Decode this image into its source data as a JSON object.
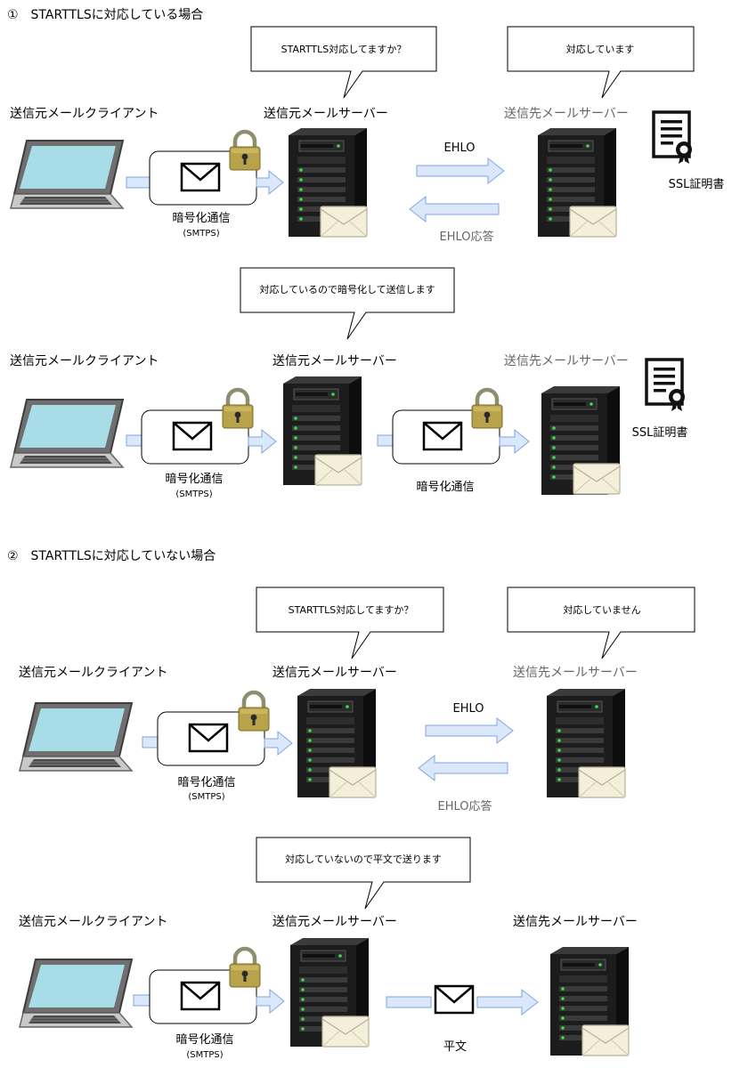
{
  "sections": [
    {
      "heading": "①　STARTTLSに対応している場合",
      "steps": [
        {
          "bubbles": [
            {
              "text": "STARTTLS対応してますか？"
            },
            {
              "text": "対応しています"
            }
          ],
          "labels": {
            "client": "送信元メールクライアント",
            "src_server": "送信元メールサーバー",
            "dst_server": "送信先メールサーバー"
          },
          "link": {
            "main": "暗号化通信",
            "sub": "(SMTPS)"
          },
          "ehlo": "EHLO",
          "ehlo_reply": "EHLO応答",
          "certificate": "SSL証明書"
        },
        {
          "bubbles": [
            {
              "text": "対応しているので暗号化して送信します"
            }
          ],
          "labels": {
            "client": "送信元メールクライアント",
            "src_server": "送信元メールサーバー",
            "dst_server": "送信先メールサーバー"
          },
          "link": {
            "main": "暗号化通信",
            "sub": "(SMTPS)"
          },
          "relay": "暗号化通信",
          "certificate": "SSL証明書"
        }
      ]
    },
    {
      "heading": "②　STARTTLSに対応していない場合",
      "steps": [
        {
          "bubbles": [
            {
              "text": "STARTTLS対応してますか？"
            },
            {
              "text": "対応していません"
            }
          ],
          "labels": {
            "client": "送信元メールクライアント",
            "src_server": "送信元メールサーバー",
            "dst_server": "送信先メールサーバー"
          },
          "link": {
            "main": "暗号化通信",
            "sub": "(SMTPS)"
          },
          "ehlo": "EHLO",
          "ehlo_reply": "EHLO応答"
        },
        {
          "bubbles": [
            {
              "text": "対応していないので平文で送ります"
            }
          ],
          "labels": {
            "client": "送信元メールクライアント",
            "src_server": "送信元メールサーバー",
            "dst_server": "送信先メールサーバー"
          },
          "link": {
            "main": "暗号化通信",
            "sub": "(SMTPS)"
          },
          "relay": "平文"
        }
      ]
    }
  ],
  "colors": {
    "arrow_fill": "#dbe8fb",
    "arrow_stroke": "#7ea6e0",
    "server_body": "#1c1c1c",
    "screen": "#a8dde8",
    "lock_gold": "#b8a24a",
    "dst_label": "#666666"
  }
}
